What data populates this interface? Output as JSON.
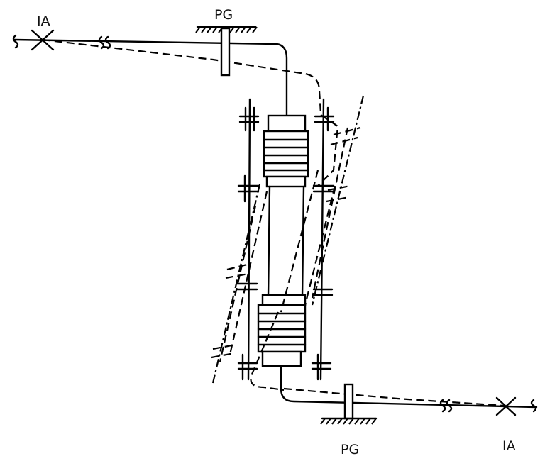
{
  "labels": {
    "ia_left": "IA",
    "pg_top": "PG",
    "pg_bottom": "PG",
    "ia_right": "IA"
  },
  "colors": {
    "line": "#000000",
    "background": "#ffffff"
  }
}
